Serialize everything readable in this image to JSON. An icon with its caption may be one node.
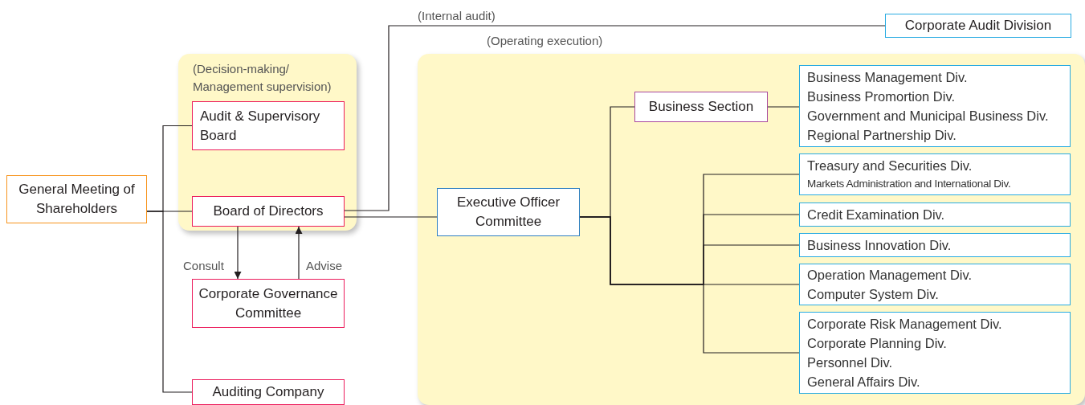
{
  "diagram": {
    "nodes": [
      {
        "text": [
          "General Meeting of Shareholders"
        ]
      },
      {
        "text": [
          "(Decision-making/ Management supervision)"
        ]
      },
      {
        "text": [
          "Audit & Supervisory Board"
        ],
        "in": 1
      },
      {
        "text": [
          "Board of Directors"
        ],
        "in": 1
      },
      {
        "text": [
          "Corporate Governance Committee"
        ]
      },
      {
        "text": [
          "Auditing Company"
        ]
      },
      {
        "text": [
          "Corporate Audit Division"
        ]
      },
      {
        "text": [
          "(Operating execution)"
        ]
      },
      {
        "text": [
          "Executive Officer Committee"
        ],
        "in": 7
      },
      {
        "text": [
          "Business Section"
        ],
        "in": 7
      },
      {
        "text": [
          "Business Management Div.",
          "Business Promortion Div.",
          "Government and Municipal Business Div.",
          "Regional Partnership Div."
        ],
        "in": 7
      },
      {
        "text": [
          "Treasury and Securities Div.",
          "Markets Administration and International Div."
        ],
        "in": 7
      },
      {
        "text": [
          "Credit Examination Div."
        ],
        "in": 7
      },
      {
        "text": [
          "Business Innovation Div."
        ],
        "in": 7
      },
      {
        "text": [
          "Operation Management Div.",
          "Computer System Div."
        ],
        "in": 7
      },
      {
        "text": [
          "Corporate Risk Management Div.",
          "Corporate Planning Div.",
          "Personnel Div.",
          "General Affairs Div."
        ],
        "in": 7
      }
    ],
    "edges": [
      {
        "from": 0,
        "to": 2,
        "arrow": "none"
      },
      {
        "from": 0,
        "to": 3,
        "arrow": "none"
      },
      {
        "from": 0,
        "to": 5,
        "arrow": "none"
      },
      {
        "from": 3,
        "to": 6,
        "arrow": "none",
        "label": "(Internal audit)"
      },
      {
        "from": 3,
        "to": 8,
        "arrow": "none"
      },
      {
        "from": 3,
        "to": 4,
        "arrow": "to",
        "label": "Consult"
      },
      {
        "from": 4,
        "to": 3,
        "arrow": "to",
        "label": "Advise"
      },
      {
        "from": 8,
        "to": 9,
        "arrow": "none"
      },
      {
        "from": 8,
        "to": 14,
        "arrow": "none"
      },
      {
        "from": 8,
        "to": 11,
        "arrow": "none"
      },
      {
        "from": 8,
        "to": 12,
        "arrow": "none"
      },
      {
        "from": 8,
        "to": 13,
        "arrow": "none"
      },
      {
        "from": 8,
        "to": 15,
        "arrow": "none"
      },
      {
        "from": 9,
        "to": 10,
        "arrow": "none"
      }
    ]
  }
}
